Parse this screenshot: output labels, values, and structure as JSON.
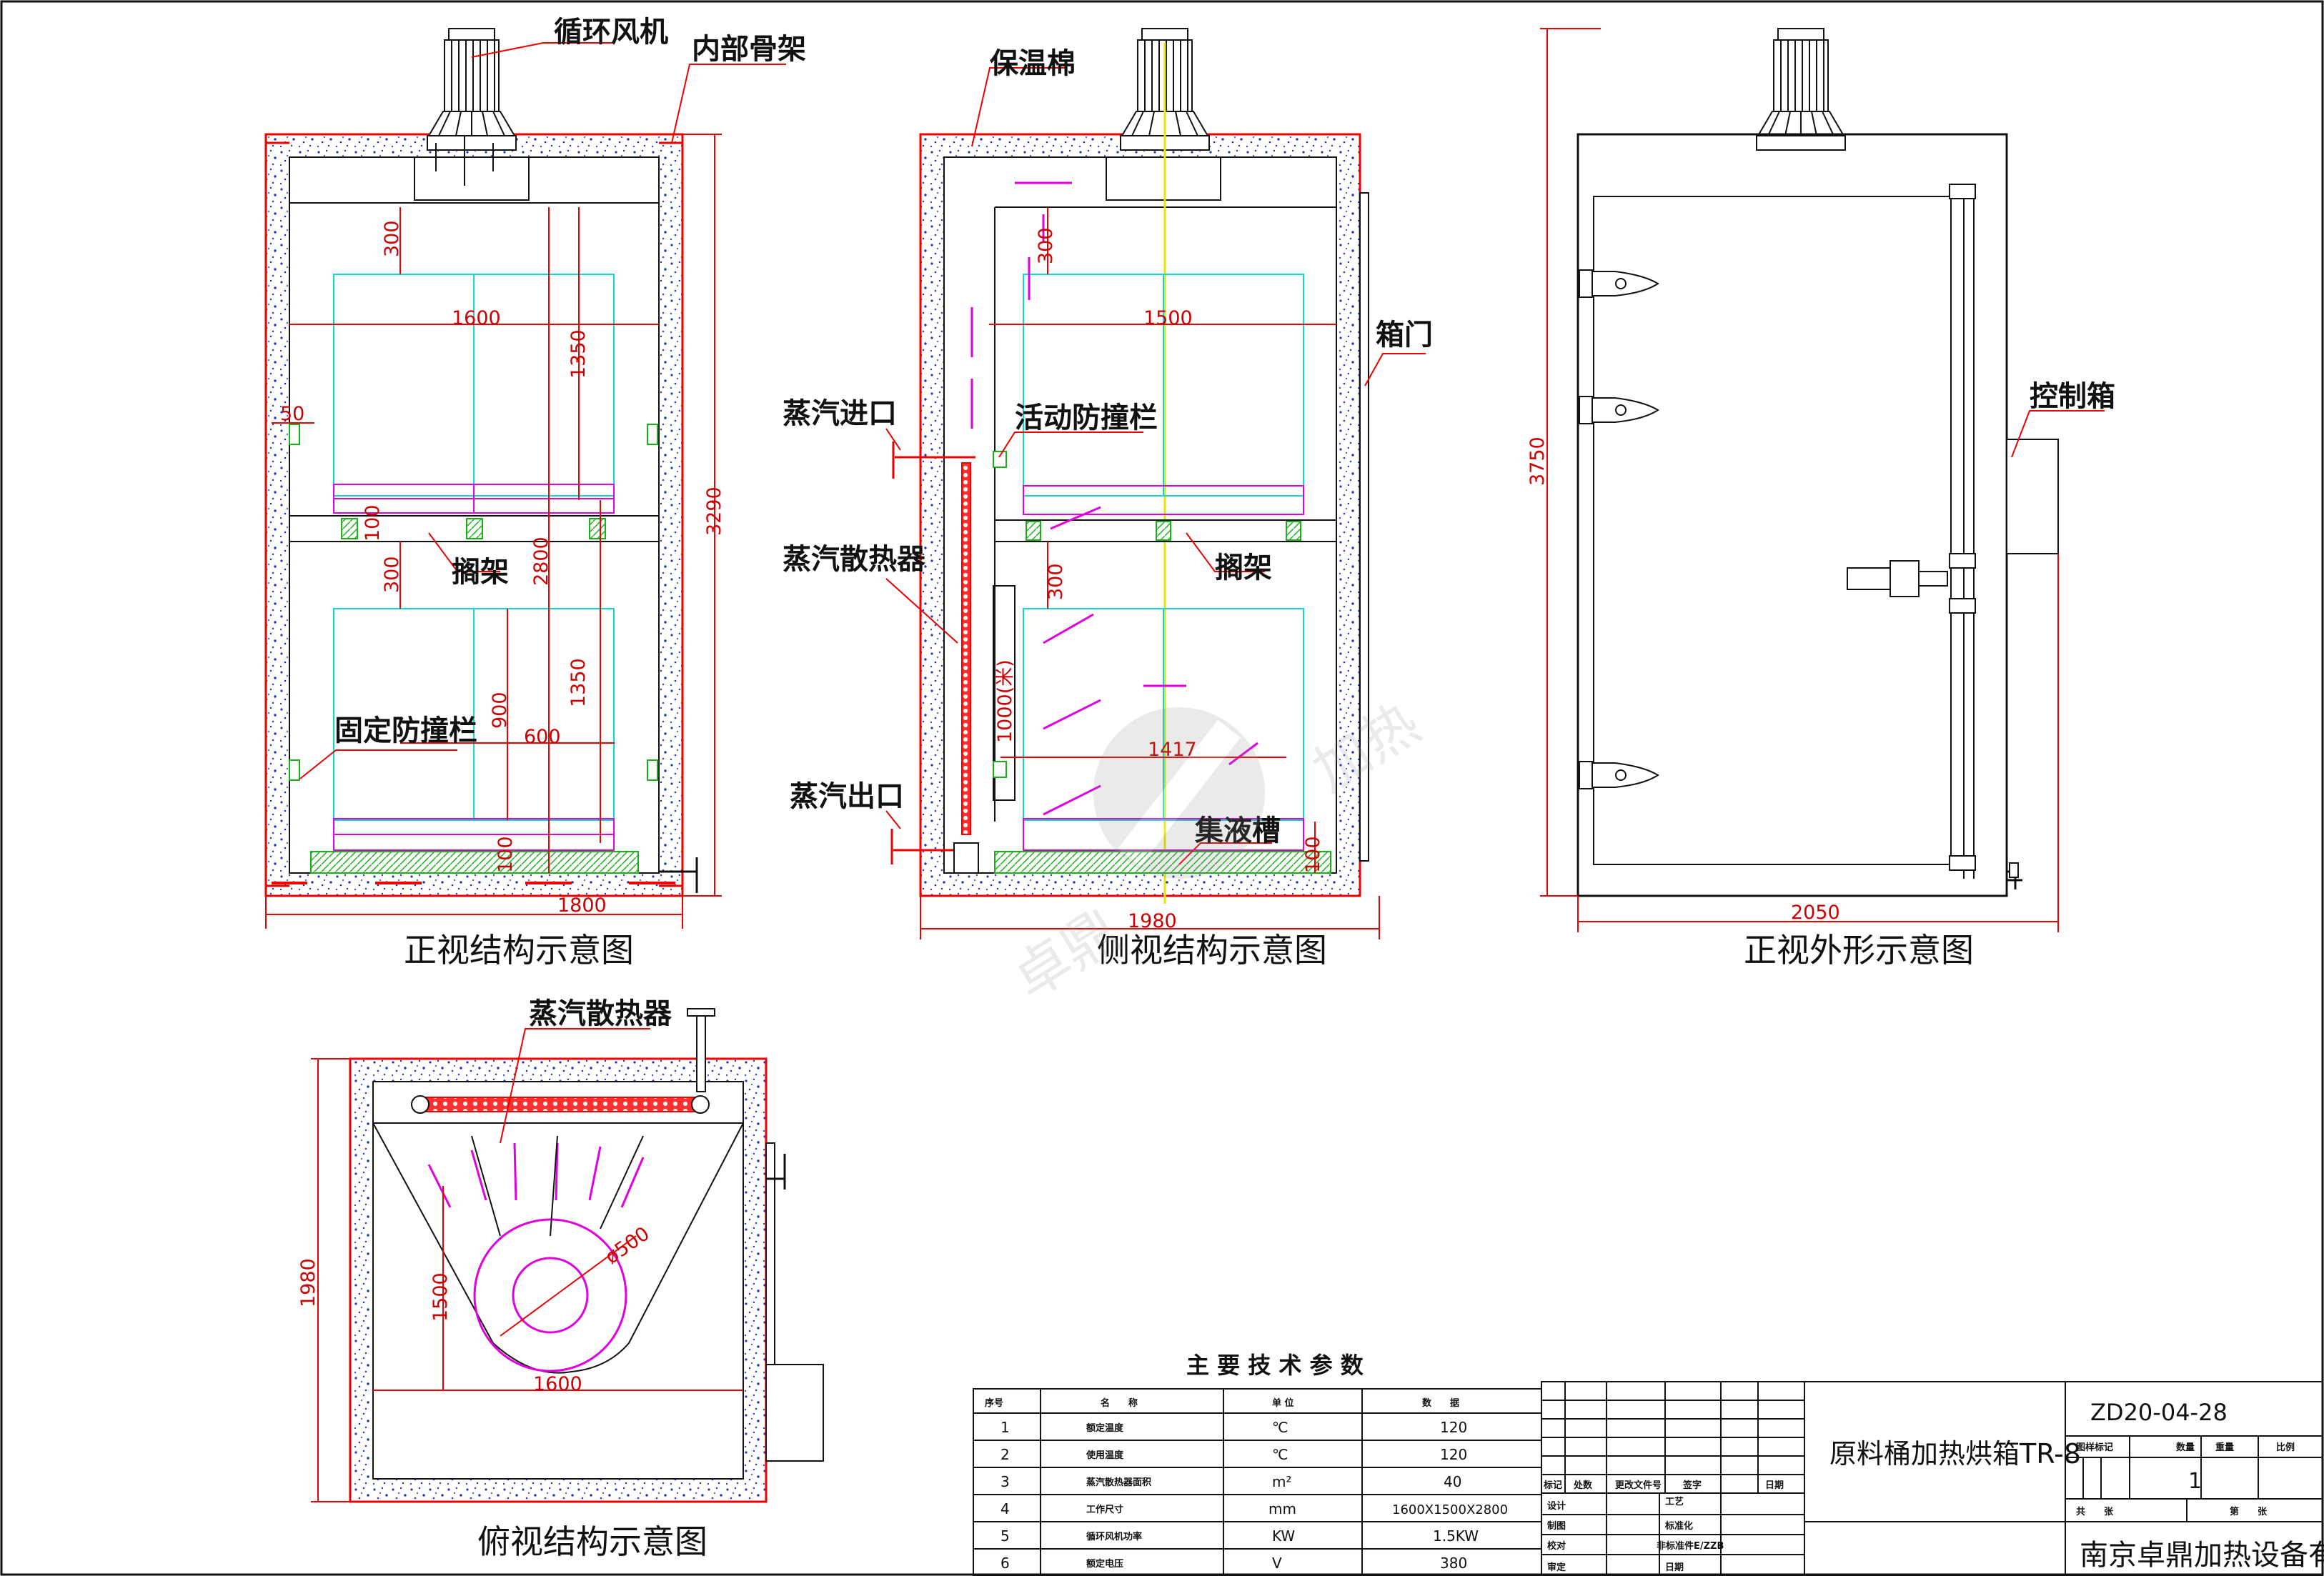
{
  "views": {
    "front_section": {
      "caption": "正视结构示意图",
      "labels": {
        "fan": "循环风机",
        "frame": "内部骨架",
        "rack": "搁架",
        "fixed_guard": "固定防撞栏"
      },
      "dims": {
        "width": "1800",
        "height": "3290",
        "inner_width": "1600",
        "tier_top": "300",
        "tier_height_a": "1350",
        "tier_height_b": "1350",
        "total_inner": "2800",
        "rail_height": "100",
        "gap": "300",
        "small_h": "900",
        "small_w": "600",
        "bottom": "100",
        "side": "50"
      }
    },
    "side_section": {
      "caption": "侧视结构示意图",
      "labels": {
        "insulation": "保温棉",
        "door": "箱门",
        "steam_in": "蒸汽进口",
        "movable_guard": "活动防撞栏",
        "radiator": "蒸汽散热器",
        "rack": "搁架",
        "steam_out": "蒸汽出口",
        "drain": "集液槽"
      },
      "dims": {
        "width": "1980",
        "inner_width": "1500",
        "top": "300",
        "gap": "300",
        "radiator_h": "1000(米)",
        "depth": "1417",
        "bottom": "100"
      }
    },
    "front_exterior": {
      "caption": "正视外形示意图",
      "labels": {
        "control_box": "控制箱"
      },
      "dims": {
        "width": "2050",
        "height": "3750"
      }
    },
    "top_section": {
      "caption": "俯视结构示意图",
      "labels": {
        "radiator": "蒸汽散热器"
      },
      "dims": {
        "depth": "1980",
        "inner_depth": "1500",
        "inner_width": "1600",
        "fan_dia": "ø500"
      }
    }
  },
  "watermark": {
    "text1": "卓鼎",
    "text2": "加热"
  },
  "params": {
    "title": "主 要 技 术 参 数",
    "headers": [
      "序号",
      "名　　称",
      "单 位",
      "数　　据"
    ],
    "rows": [
      [
        "1",
        "额定温度",
        "℃",
        "120"
      ],
      [
        "2",
        "使用温度",
        "℃",
        "120"
      ],
      [
        "3",
        "蒸汽散热器面积",
        "m²",
        "40"
      ],
      [
        "4",
        "工作尺寸",
        "mm",
        "1600X1500X2800"
      ],
      [
        "5",
        "循环风机功率",
        "KW",
        "1.5KW"
      ],
      [
        "6",
        "额定电压",
        "V",
        "380"
      ]
    ]
  },
  "title_block": {
    "rev_headers": [
      "标记",
      "处数",
      "更改文件号",
      "签字",
      "日期"
    ],
    "roles": [
      "设计",
      "制图",
      "校对",
      "审定"
    ],
    "roles2": [
      "工艺",
      "标准化",
      "日期"
    ],
    "std_code": "非标准件E/ZZB",
    "product": "原料桶加热烘箱TR-8",
    "drawing_no": "ZD20-04-28",
    "stage_headers": [
      "图样标记",
      "数量",
      "重量",
      "比例"
    ],
    "quantity": "1",
    "sheet_labels": [
      "共　　张",
      "第　　张"
    ],
    "company": "南京卓鼎加热设备有限公司"
  }
}
